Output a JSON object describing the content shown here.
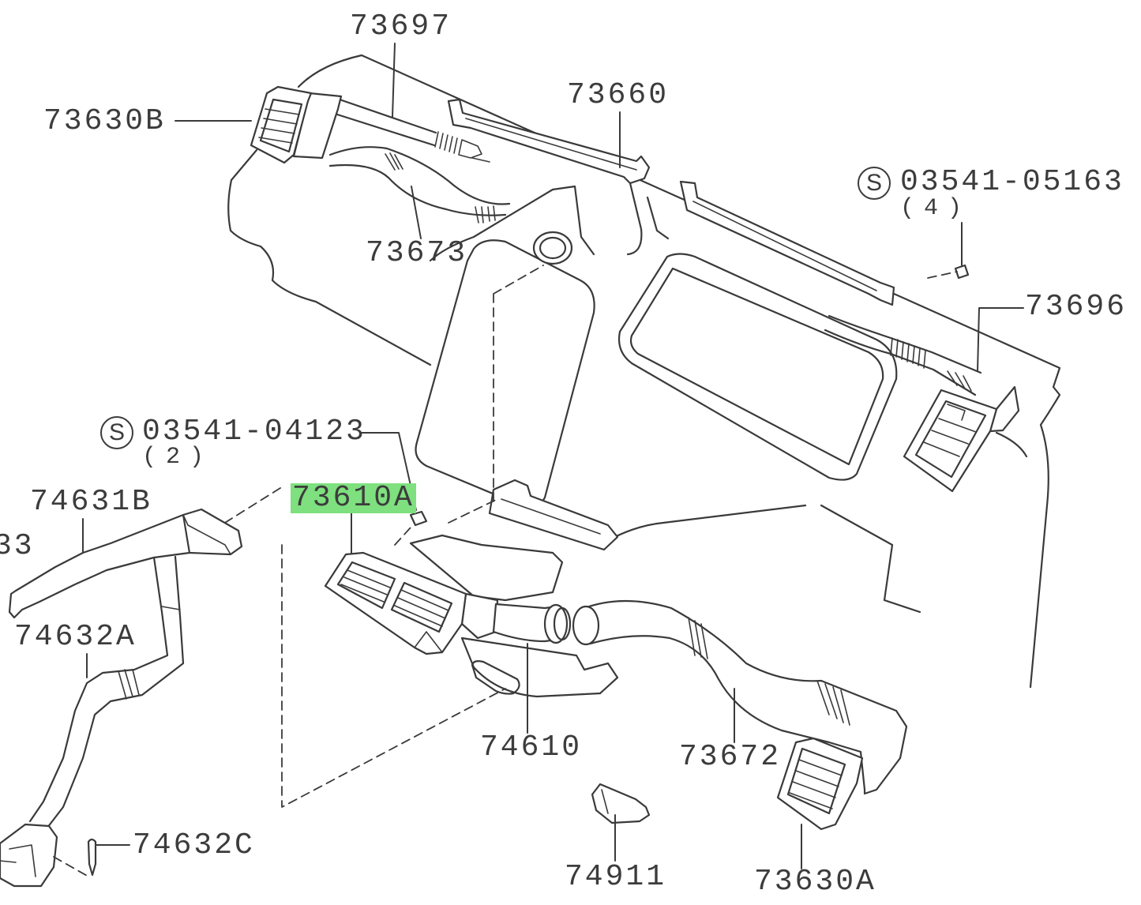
{
  "diagram": {
    "highlight_color": "#7ee07e",
    "line_color": "#3a3a3a"
  },
  "callouts": [
    {
      "part": "73697"
    },
    {
      "part": "73660"
    },
    {
      "part": "73630B"
    },
    {
      "part": "73673"
    },
    {
      "part": "73696"
    },
    {
      "part": "73610A",
      "highlighted": true
    },
    {
      "part": "74631B"
    },
    {
      "part": "33"
    },
    {
      "part": "74632A"
    },
    {
      "part": "74610"
    },
    {
      "part": "73672"
    },
    {
      "part": "74632C"
    },
    {
      "part": "74911"
    },
    {
      "part": "73630A"
    }
  ],
  "screw_callouts": [
    {
      "marker": "S",
      "part": "03541-05163",
      "qty": "(4)"
    },
    {
      "marker": "S",
      "part": "03541-04123",
      "qty": "(2)"
    }
  ]
}
